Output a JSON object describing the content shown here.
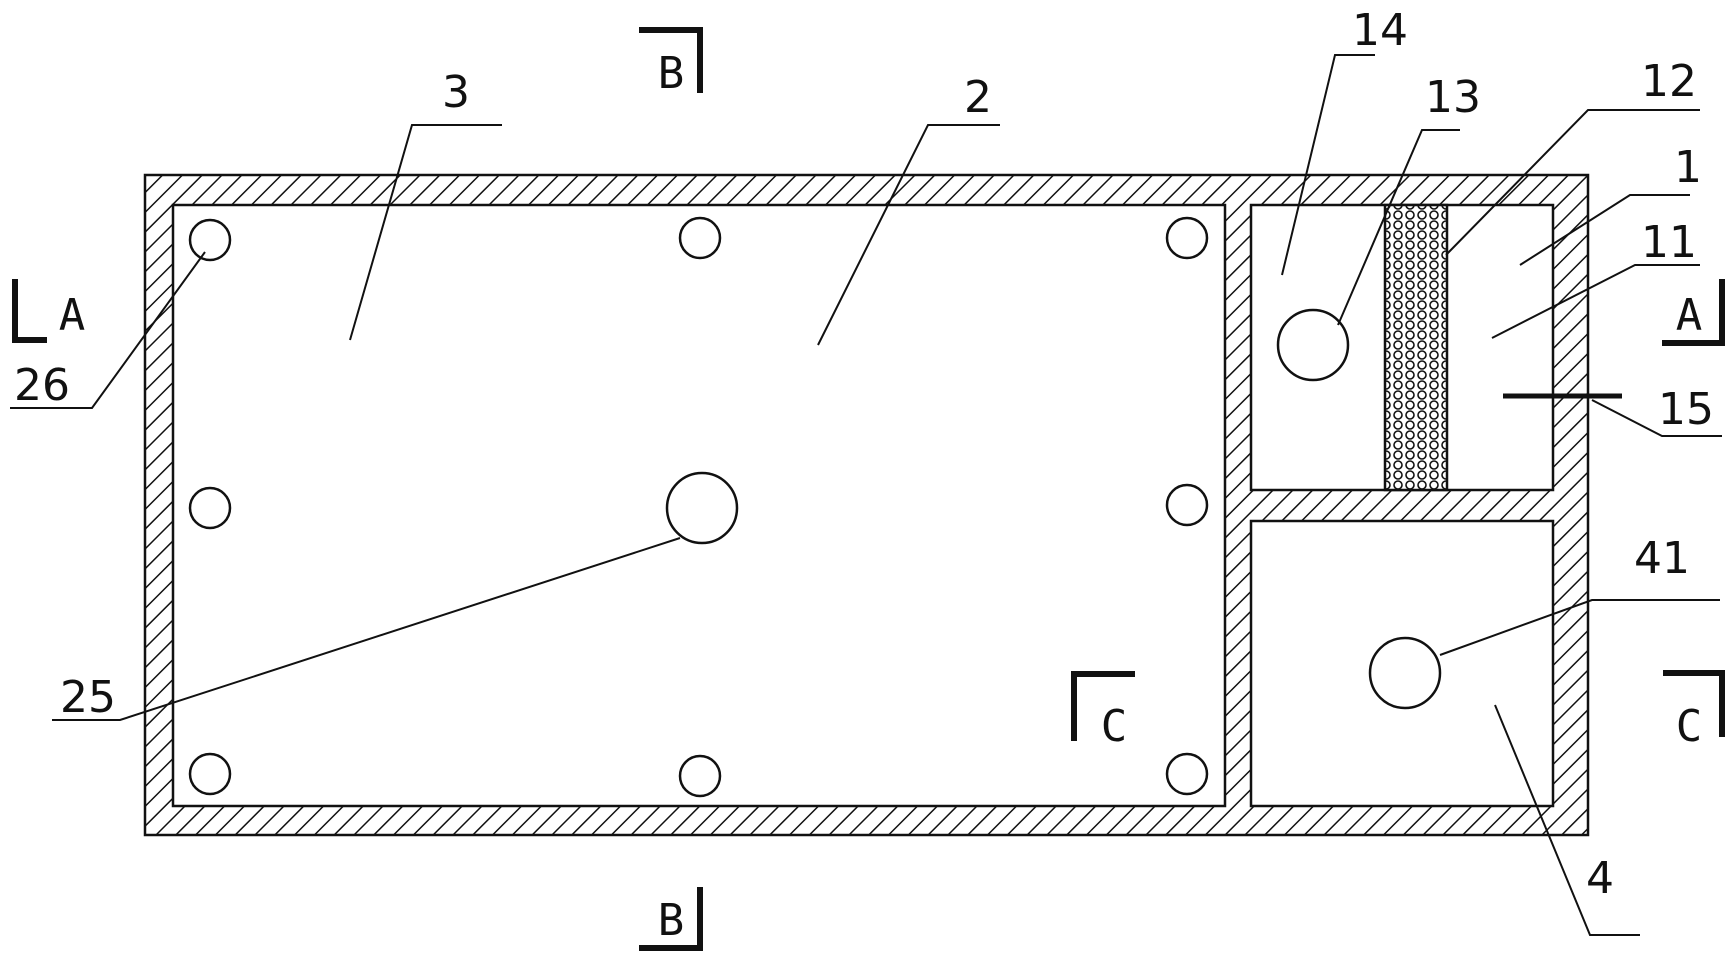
{
  "labels": {
    "n1": "1",
    "n2": "2",
    "n3": "3",
    "n4": "4",
    "n11": "11",
    "n12": "12",
    "n13": "13",
    "n14": "14",
    "n15": "15",
    "n25": "25",
    "n26": "26",
    "n41": "41"
  },
  "sections": {
    "a": "A",
    "b": "B",
    "c": "C"
  }
}
